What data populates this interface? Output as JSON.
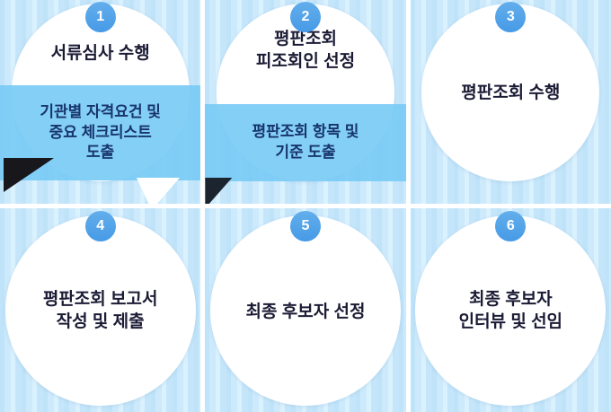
{
  "steps": [
    {
      "number": "1",
      "title": "서류심사 수행",
      "note": "기관별 자격요건 및\n중요 체크리스트\n도출"
    },
    {
      "number": "2",
      "title": "평판조회\n피조회인 선정",
      "note": "평판조회 항목 및\n기준 도출"
    },
    {
      "number": "3",
      "title": "평판조회 수행"
    },
    {
      "number": "4",
      "title": "평판조회 보고서\n작성 및 제출"
    },
    {
      "number": "5",
      "title": "최종 후보자 선정"
    },
    {
      "number": "6",
      "title": "최종 후보자\n인터뷰 및 선임"
    }
  ],
  "colors": {
    "cell_background": "#c9e9fb",
    "badge": "#4f9fe8",
    "note_box": "#7acbf5",
    "title_text": "#1b1b35",
    "note_text": "#17356e"
  }
}
